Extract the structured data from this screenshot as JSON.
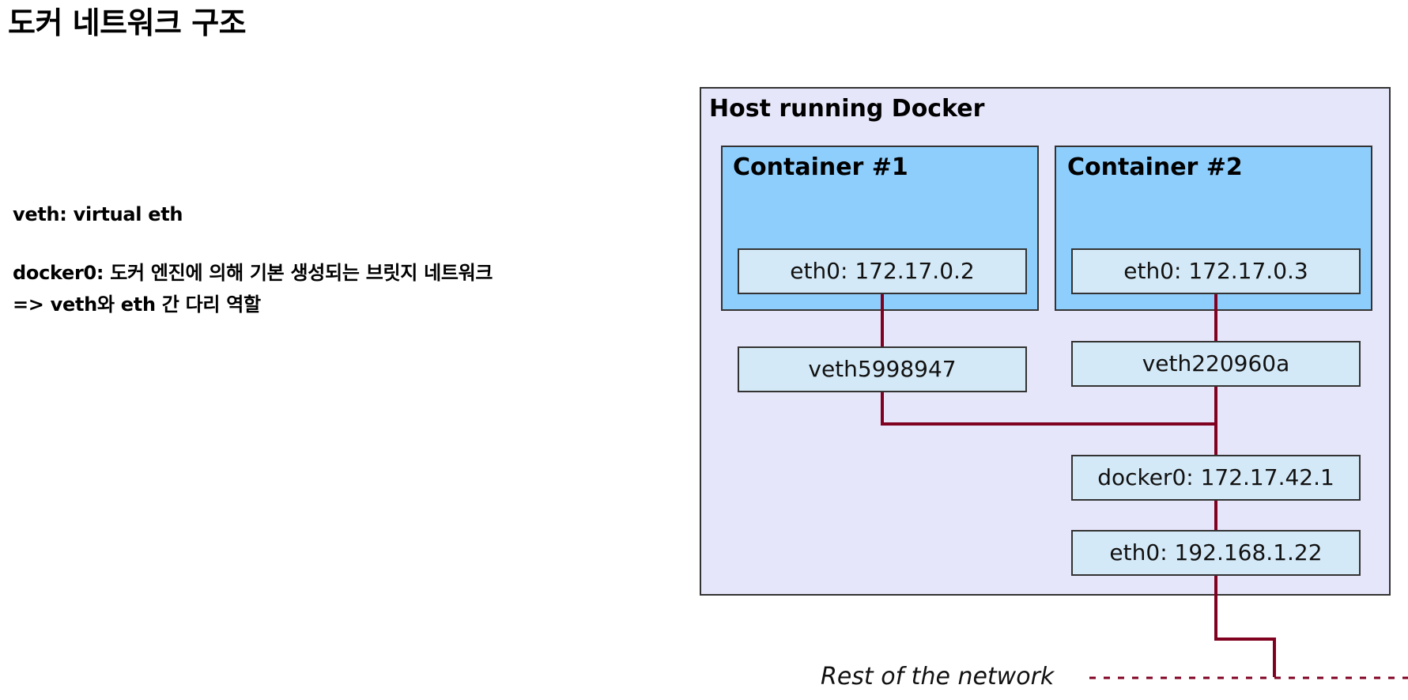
{
  "page": {
    "title": "도커 네트워크 구조"
  },
  "notes": {
    "line1": "veth: virtual eth",
    "line2": "docker0: 도커 엔진에 의해 기본 생성되는 브릿지 네트워크",
    "line3": "=> veth와 eth 간 다리 역할"
  },
  "diagram": {
    "host_label": "Host running Docker",
    "containers": [
      {
        "label": "Container #1",
        "eth0": "eth0: 172.17.0.2",
        "veth": "veth5998947"
      },
      {
        "label": "Container #2",
        "eth0": "eth0: 172.17.0.3",
        "veth": "veth220960a"
      }
    ],
    "docker0": "docker0: 172.17.42.1",
    "host_eth0": "eth0: 192.168.1.22",
    "network_label": "Rest of the network",
    "colors": {
      "host_fill": "#e6e6fa",
      "container_fill": "#8ecefd",
      "interface_fill": "#d4e9f7",
      "link": "#800020",
      "border": "#333333"
    }
  }
}
